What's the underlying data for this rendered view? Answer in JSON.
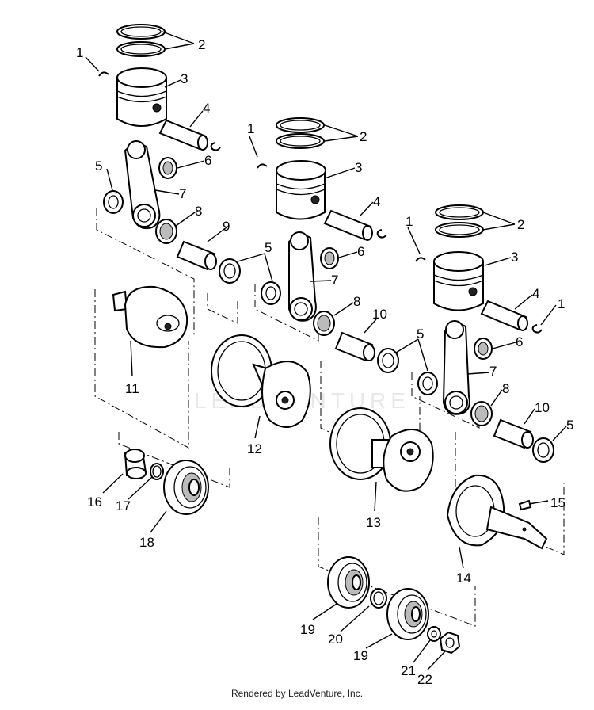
{
  "watermark": {
    "text": "LEADVENTURE"
  },
  "footer": {
    "text": "Rendered by LeadVenture, Inc."
  },
  "callouts": [
    {
      "id": "c1a",
      "label": "1"
    },
    {
      "id": "c2a",
      "label": "2"
    },
    {
      "id": "c3a",
      "label": "3"
    },
    {
      "id": "c4a",
      "label": "4"
    },
    {
      "id": "c5a",
      "label": "5"
    },
    {
      "id": "c6a",
      "label": "6"
    },
    {
      "id": "c7a",
      "label": "7"
    },
    {
      "id": "c8a",
      "label": "8"
    },
    {
      "id": "c9",
      "label": "9"
    },
    {
      "id": "c1b",
      "label": "1"
    },
    {
      "id": "c2b",
      "label": "2"
    },
    {
      "id": "c3b",
      "label": "3"
    },
    {
      "id": "c4b",
      "label": "4"
    },
    {
      "id": "c5b",
      "label": "5"
    },
    {
      "id": "c6b",
      "label": "6"
    },
    {
      "id": "c7b",
      "label": "7"
    },
    {
      "id": "c8b",
      "label": "8"
    },
    {
      "id": "c10a",
      "label": "10"
    },
    {
      "id": "c1c",
      "label": "1"
    },
    {
      "id": "c2c",
      "label": "2"
    },
    {
      "id": "c3c",
      "label": "3"
    },
    {
      "id": "c4c",
      "label": "4"
    },
    {
      "id": "c5c",
      "label": "5"
    },
    {
      "id": "c5d",
      "label": "5"
    },
    {
      "id": "c6c",
      "label": "6"
    },
    {
      "id": "c7c",
      "label": "7"
    },
    {
      "id": "c8c",
      "label": "8"
    },
    {
      "id": "c10b",
      "label": "10"
    },
    {
      "id": "c11",
      "label": "11"
    },
    {
      "id": "c12",
      "label": "12"
    },
    {
      "id": "c13",
      "label": "13"
    },
    {
      "id": "c14",
      "label": "14"
    },
    {
      "id": "c15",
      "label": "15"
    },
    {
      "id": "c16",
      "label": "16"
    },
    {
      "id": "c17",
      "label": "17"
    },
    {
      "id": "c18",
      "label": "18"
    },
    {
      "id": "c19a",
      "label": "19"
    },
    {
      "id": "c19b",
      "label": "19"
    },
    {
      "id": "c20",
      "label": "20"
    },
    {
      "id": "c21",
      "label": "21"
    },
    {
      "id": "c22",
      "label": "22"
    }
  ]
}
